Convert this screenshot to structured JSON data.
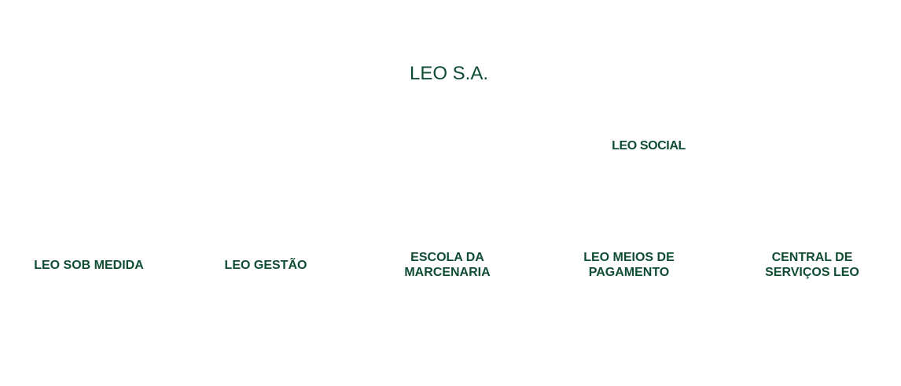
{
  "org_chart": {
    "root": "LEO S.A.",
    "social": "LEO SOCIAL",
    "units": [
      {
        "line1": "LEO SOB MEDIDA",
        "line2": ""
      },
      {
        "line1": "LEO GESTÃO",
        "line2": ""
      },
      {
        "line1": "ESCOLA DA",
        "line2": "MARCENARIA"
      },
      {
        "line1": "LEO MEIOS DE",
        "line2": "PAGAMENTO"
      },
      {
        "line1": "CENTRAL DE",
        "line2": "SERVIÇOS LEO"
      }
    ],
    "text_color": "#0f4d33"
  }
}
